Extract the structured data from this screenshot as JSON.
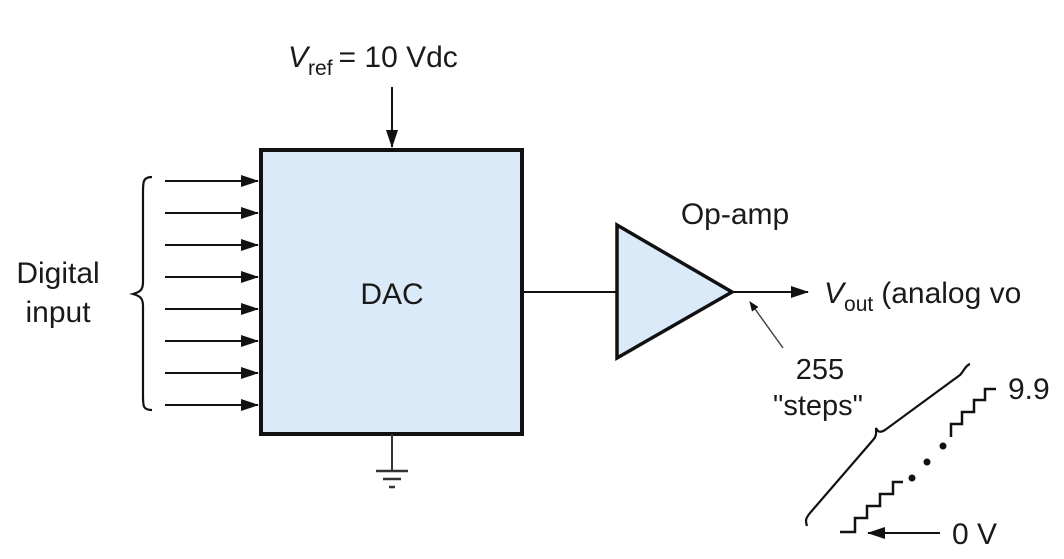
{
  "diagram": {
    "title": "DAC with op-amp output stage",
    "vref": {
      "symbol": "V",
      "subscript": "ref",
      "value_text": "= 10 Vdc"
    },
    "dac": {
      "label": "DAC",
      "fill": "#dbeaf8",
      "stroke": "#111111"
    },
    "digital_input": {
      "label_line1": "Digital",
      "label_line2": "input",
      "bit_count": 8
    },
    "opamp": {
      "label": "Op-amp",
      "fill": "#dbeaf8"
    },
    "vout": {
      "symbol": "V",
      "subscript": "out",
      "description": "(analog vo"
    },
    "steps": {
      "label_line1": "255",
      "label_line2": "\"steps\""
    },
    "staircase": {
      "top_label": "9.9",
      "bottom_label": "0 V"
    },
    "ground": {
      "symbol": "ground-icon"
    }
  }
}
